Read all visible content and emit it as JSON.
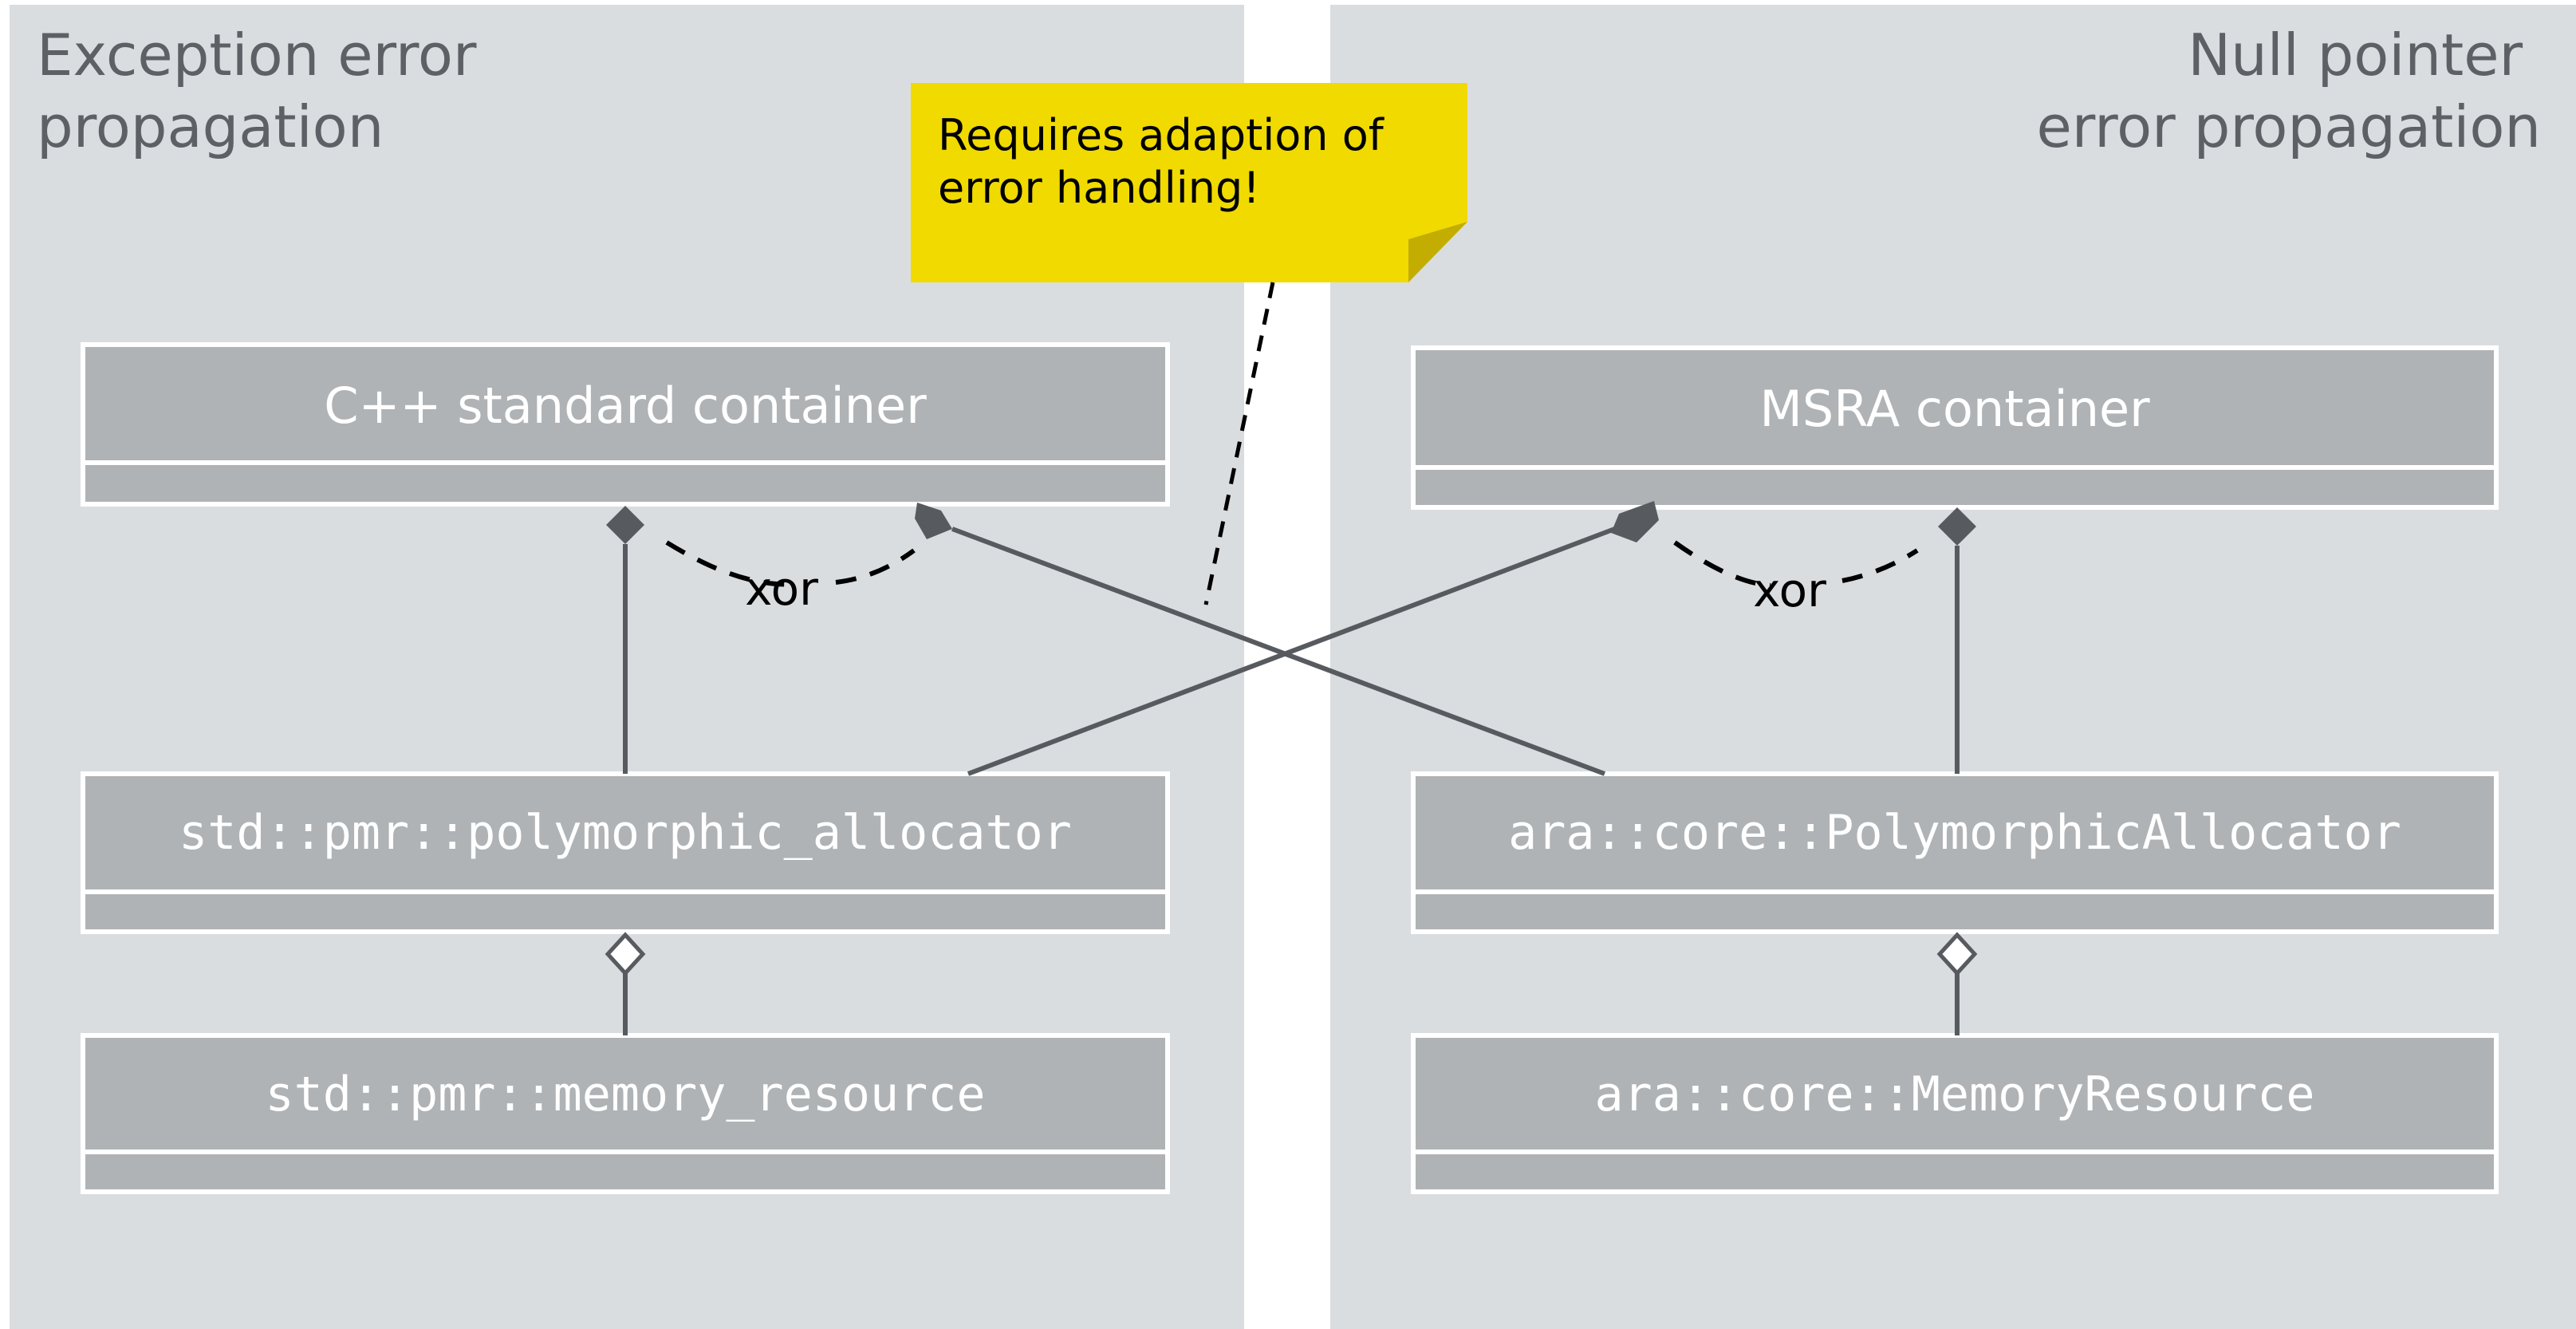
{
  "panels": {
    "left": {
      "title_lines": [
        "Exception error",
        "propagation"
      ]
    },
    "right": {
      "title_lines": [
        "Null pointer",
        "error propagation"
      ]
    }
  },
  "note": {
    "lines": [
      "Requires adaption of",
      "error handling!"
    ],
    "color": "#f0da00"
  },
  "classes": {
    "cpp_container": "C++ standard container",
    "msra_container": "MSRA container",
    "std_allocator": "std::pmr::polymorphic_allocator",
    "ara_allocator": "ara::core::PolymorphicAllocator",
    "std_memory_resource": "std::pmr::memory_resource",
    "ara_memory_resource": "ara::core::MemoryResource"
  },
  "constraints": {
    "left_xor": "xor",
    "right_xor": "xor"
  },
  "colors": {
    "panel_bg": "#dadde0",
    "class_fill": "#afb3b6",
    "line": "#575b5f",
    "title_text": "#5d6166"
  }
}
